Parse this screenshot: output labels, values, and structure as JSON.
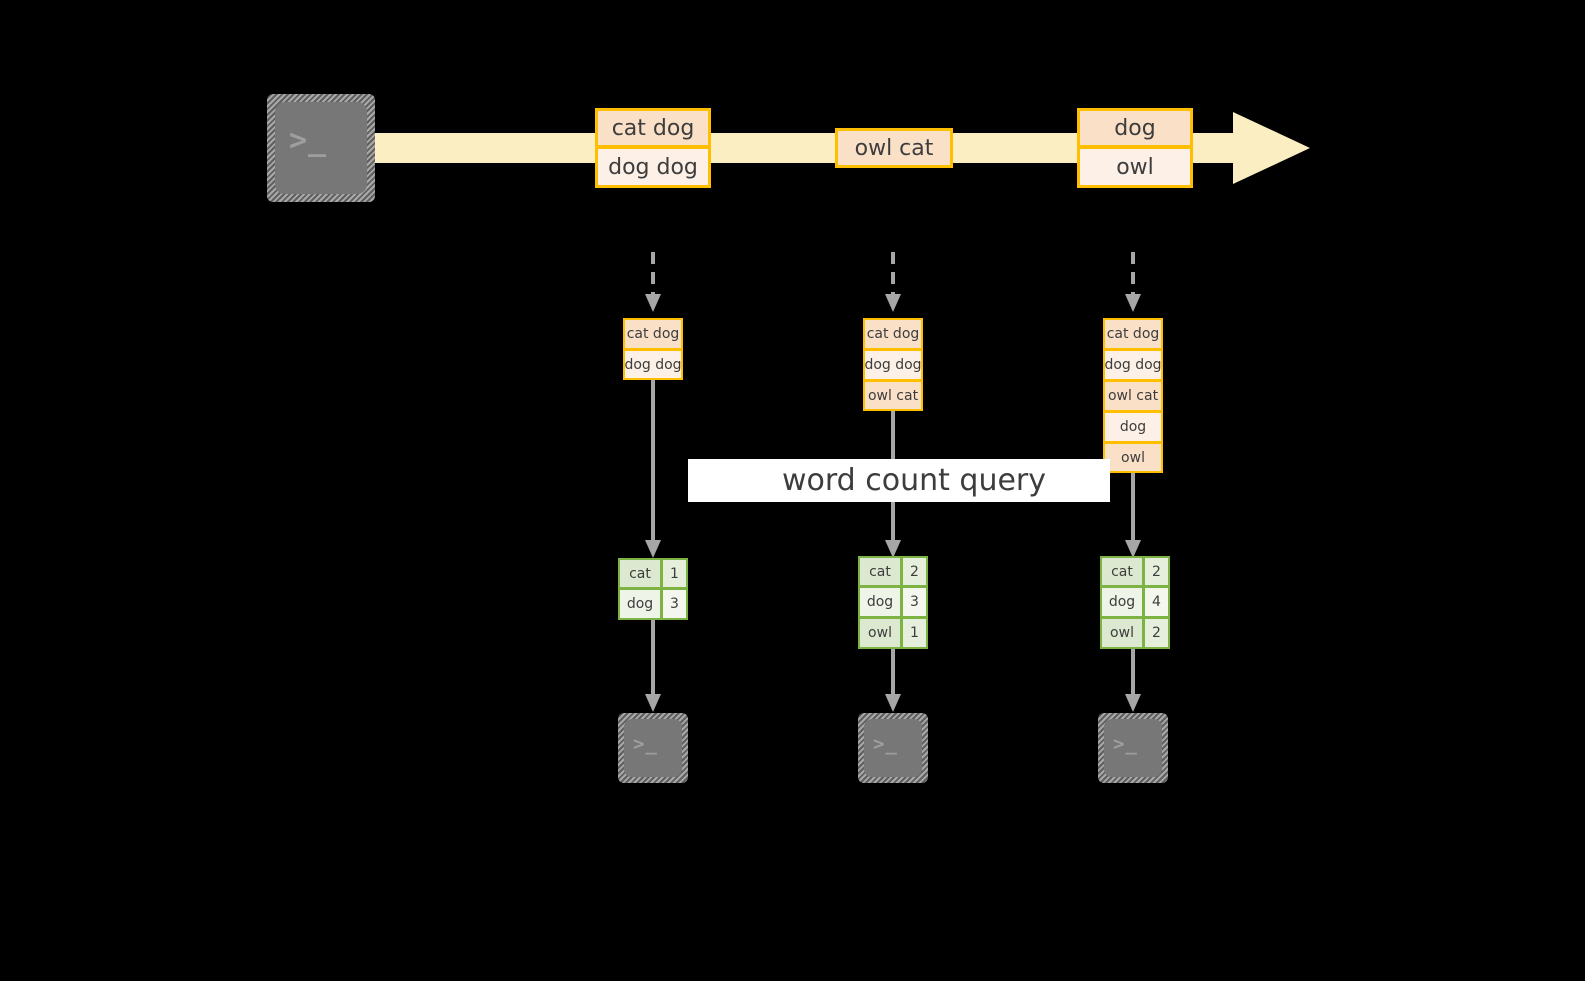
{
  "diagram": {
    "title_banner": "word count query",
    "source_icon": "terminal-icon",
    "sink_icon": "terminal-icon",
    "colors": {
      "background": "#000000",
      "stream_arrow": "#fbeec3",
      "record_border": "#ffbf00",
      "record_fill_a": "#fbe0c8",
      "record_fill_b": "#fdf0e6",
      "table_border": "#7cb342",
      "table_fill_a": "#dde8d0",
      "table_fill_b": "#eff4e8",
      "connector": "#a6a6a6",
      "banner_bg": "#ffffff",
      "text": "#3d3d3d"
    },
    "stream": {
      "groups": [
        {
          "lines": [
            "cat dog",
            "dog dog"
          ]
        },
        {
          "lines": [
            "owl cat"
          ]
        },
        {
          "lines": [
            "dog",
            "owl"
          ]
        }
      ]
    },
    "stacks": [
      {
        "lines": [
          "cat dog",
          "dog dog"
        ]
      },
      {
        "lines": [
          "cat dog",
          "dog dog",
          "owl cat"
        ]
      },
      {
        "lines": [
          "cat dog",
          "dog dog",
          "owl cat",
          "dog",
          "owl"
        ]
      }
    ],
    "results": [
      {
        "rows": [
          {
            "word": "cat",
            "count": "1"
          },
          {
            "word": "dog",
            "count": "3"
          }
        ]
      },
      {
        "rows": [
          {
            "word": "cat",
            "count": "2"
          },
          {
            "word": "dog",
            "count": "3"
          },
          {
            "word": "owl",
            "count": "1"
          }
        ]
      },
      {
        "rows": [
          {
            "word": "cat",
            "count": "2"
          },
          {
            "word": "dog",
            "count": "4"
          },
          {
            "word": "owl",
            "count": "2"
          }
        ]
      }
    ],
    "prompt_glyph": ">_"
  }
}
